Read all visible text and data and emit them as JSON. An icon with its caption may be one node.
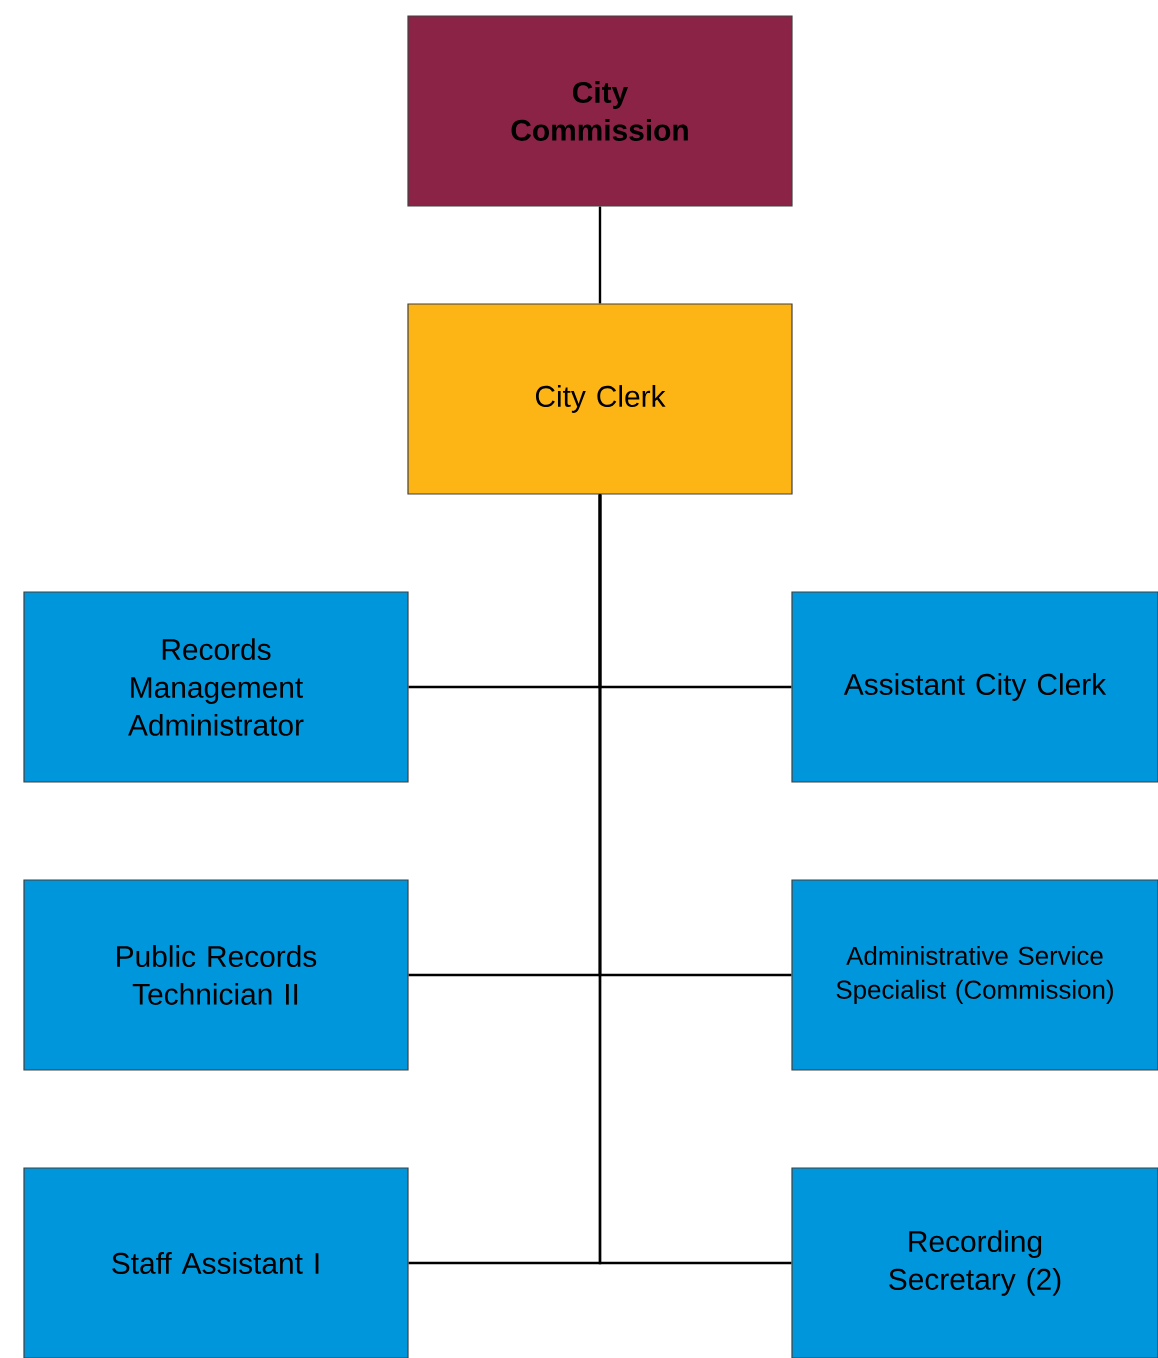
{
  "diagram": {
    "nodes": [
      {
        "text": [
          "City Commission"
        ]
      },
      {
        "text": [
          "City Clerk"
        ]
      },
      {
        "text": [
          "Records Management Administrator"
        ]
      },
      {
        "text": [
          "Assistant City Clerk"
        ]
      },
      {
        "text": [
          "Public Records Technician II"
        ]
      },
      {
        "text": [
          "Administrative Service Specialist (Commission)"
        ]
      },
      {
        "text": [
          "Staff Assistant I"
        ]
      },
      {
        "text": [
          "Recording Secretary (2)"
        ]
      }
    ],
    "edges": [
      {
        "from": 0,
        "to": 1,
        "arrow": "none"
      },
      {
        "from": 1,
        "to": 2,
        "arrow": "none"
      },
      {
        "from": 1,
        "to": 3,
        "arrow": "none"
      },
      {
        "from": 1,
        "to": 4,
        "arrow": "none"
      },
      {
        "from": 1,
        "to": 5,
        "arrow": "none"
      },
      {
        "from": 1,
        "to": 6,
        "arrow": "none"
      },
      {
        "from": 1,
        "to": 7,
        "arrow": "none"
      }
    ]
  }
}
